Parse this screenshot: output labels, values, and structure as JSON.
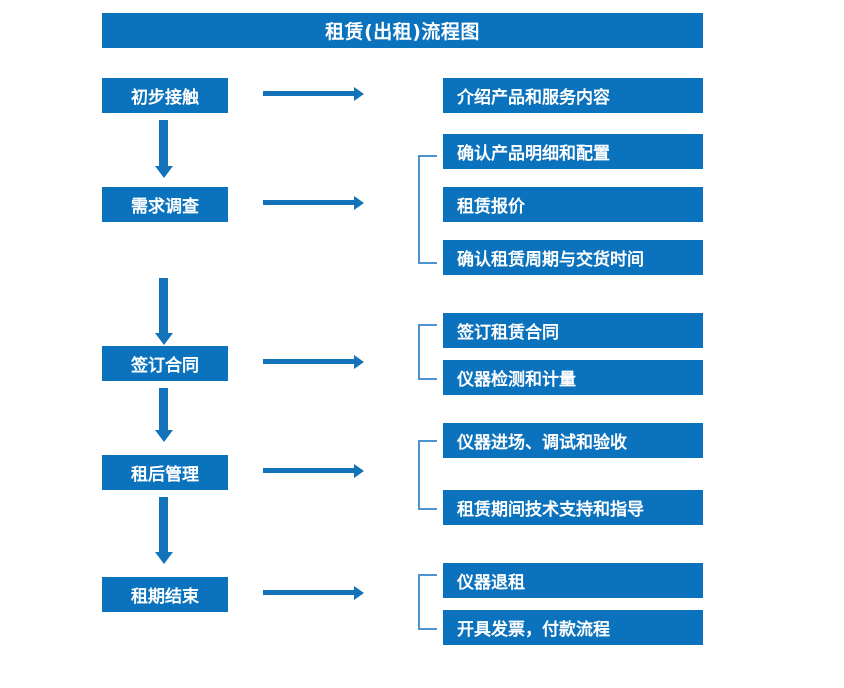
{
  "diagram": {
    "title": "租赁(出租)流程图",
    "colors": {
      "box_fill": "#0b72bd",
      "box_text": "#ffffff",
      "arrow": "#1273b9",
      "bracket": "#4e93cf",
      "background": "#ffffff"
    },
    "stages": [
      {
        "label": "初步接触",
        "details": [
          "介绍产品和服务内容"
        ],
        "bracketed": false
      },
      {
        "label": "需求调查",
        "details": [
          "确认产品明细和配置",
          "租赁报价",
          "确认租赁周期与交货时间"
        ],
        "bracketed": true
      },
      {
        "label": "签订合同",
        "details": [
          "签订租赁合同",
          "仪器检测和计量"
        ],
        "bracketed": true
      },
      {
        "label": "租后管理",
        "details": [
          "仪器进场、调试和验收",
          "租赁期间技术支持和指导"
        ],
        "bracketed": true
      },
      {
        "label": "租期结束",
        "details": [
          "仪器退租",
          "开具发票，付款流程"
        ],
        "bracketed": true
      }
    ]
  }
}
